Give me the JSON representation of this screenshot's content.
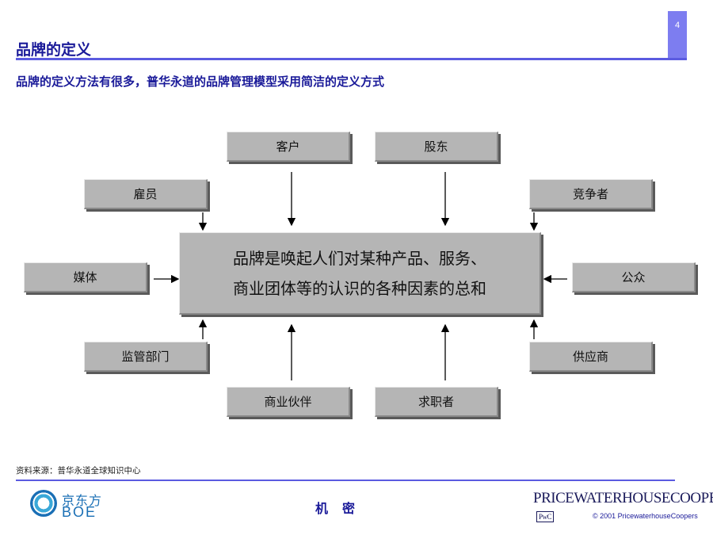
{
  "slide": {
    "page_number": "4",
    "title": "品牌的定义",
    "subtitle": "品牌的定义方法有很多，普华永道的品牌管理模型采用简洁的定义方式"
  },
  "diagram": {
    "center_line1": "品牌是唤起人们对某种产品、服务、",
    "center_line2": "商业团体等的认识的各种因素的总和",
    "nodes": {
      "customer": "客户",
      "shareholder": "股东",
      "employee": "雇员",
      "competitor": "竞争者",
      "media": "媒体",
      "public": "公众",
      "regulator": "监管部门",
      "supplier": "供应商",
      "partner": "商业伙伴",
      "job_seeker": "求职者"
    }
  },
  "footer": {
    "source": "资料来源：普华永道全球知识中心",
    "confidential": "机密",
    "boe_cn": "京东方",
    "boe_en": "BOE",
    "pwc": "PRICEWATERHOUSECOOPERS",
    "pwc_mark": "PwC",
    "copyright": "© 2001 PricewaterhouseCoopers"
  },
  "colors": {
    "accent": "#5b5be0",
    "title_text": "#1a1a99",
    "box_fill": "#b5b5b5"
  }
}
